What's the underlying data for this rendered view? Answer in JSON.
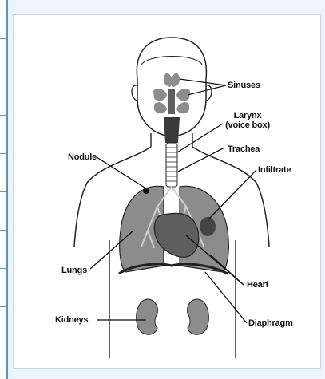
{
  "diagram": {
    "labels": {
      "sinuses": "Sinuses",
      "larynx_line1": "Larynx",
      "larynx_line2": "(voice box)",
      "trachea": "Trachea",
      "nodule": "Nodule",
      "infiltrate": "Infiltrate",
      "lungs": "Lungs",
      "heart": "Heart",
      "kidneys": "Kidneys",
      "diaphragm": "Diaphragm"
    },
    "colors": {
      "page_background": "#eef4fb",
      "rail_accent": "#5a8fcf",
      "organ_fill": "#8c8c8c",
      "organ_dark": "#5e5e5e",
      "outline": "#222222"
    }
  }
}
